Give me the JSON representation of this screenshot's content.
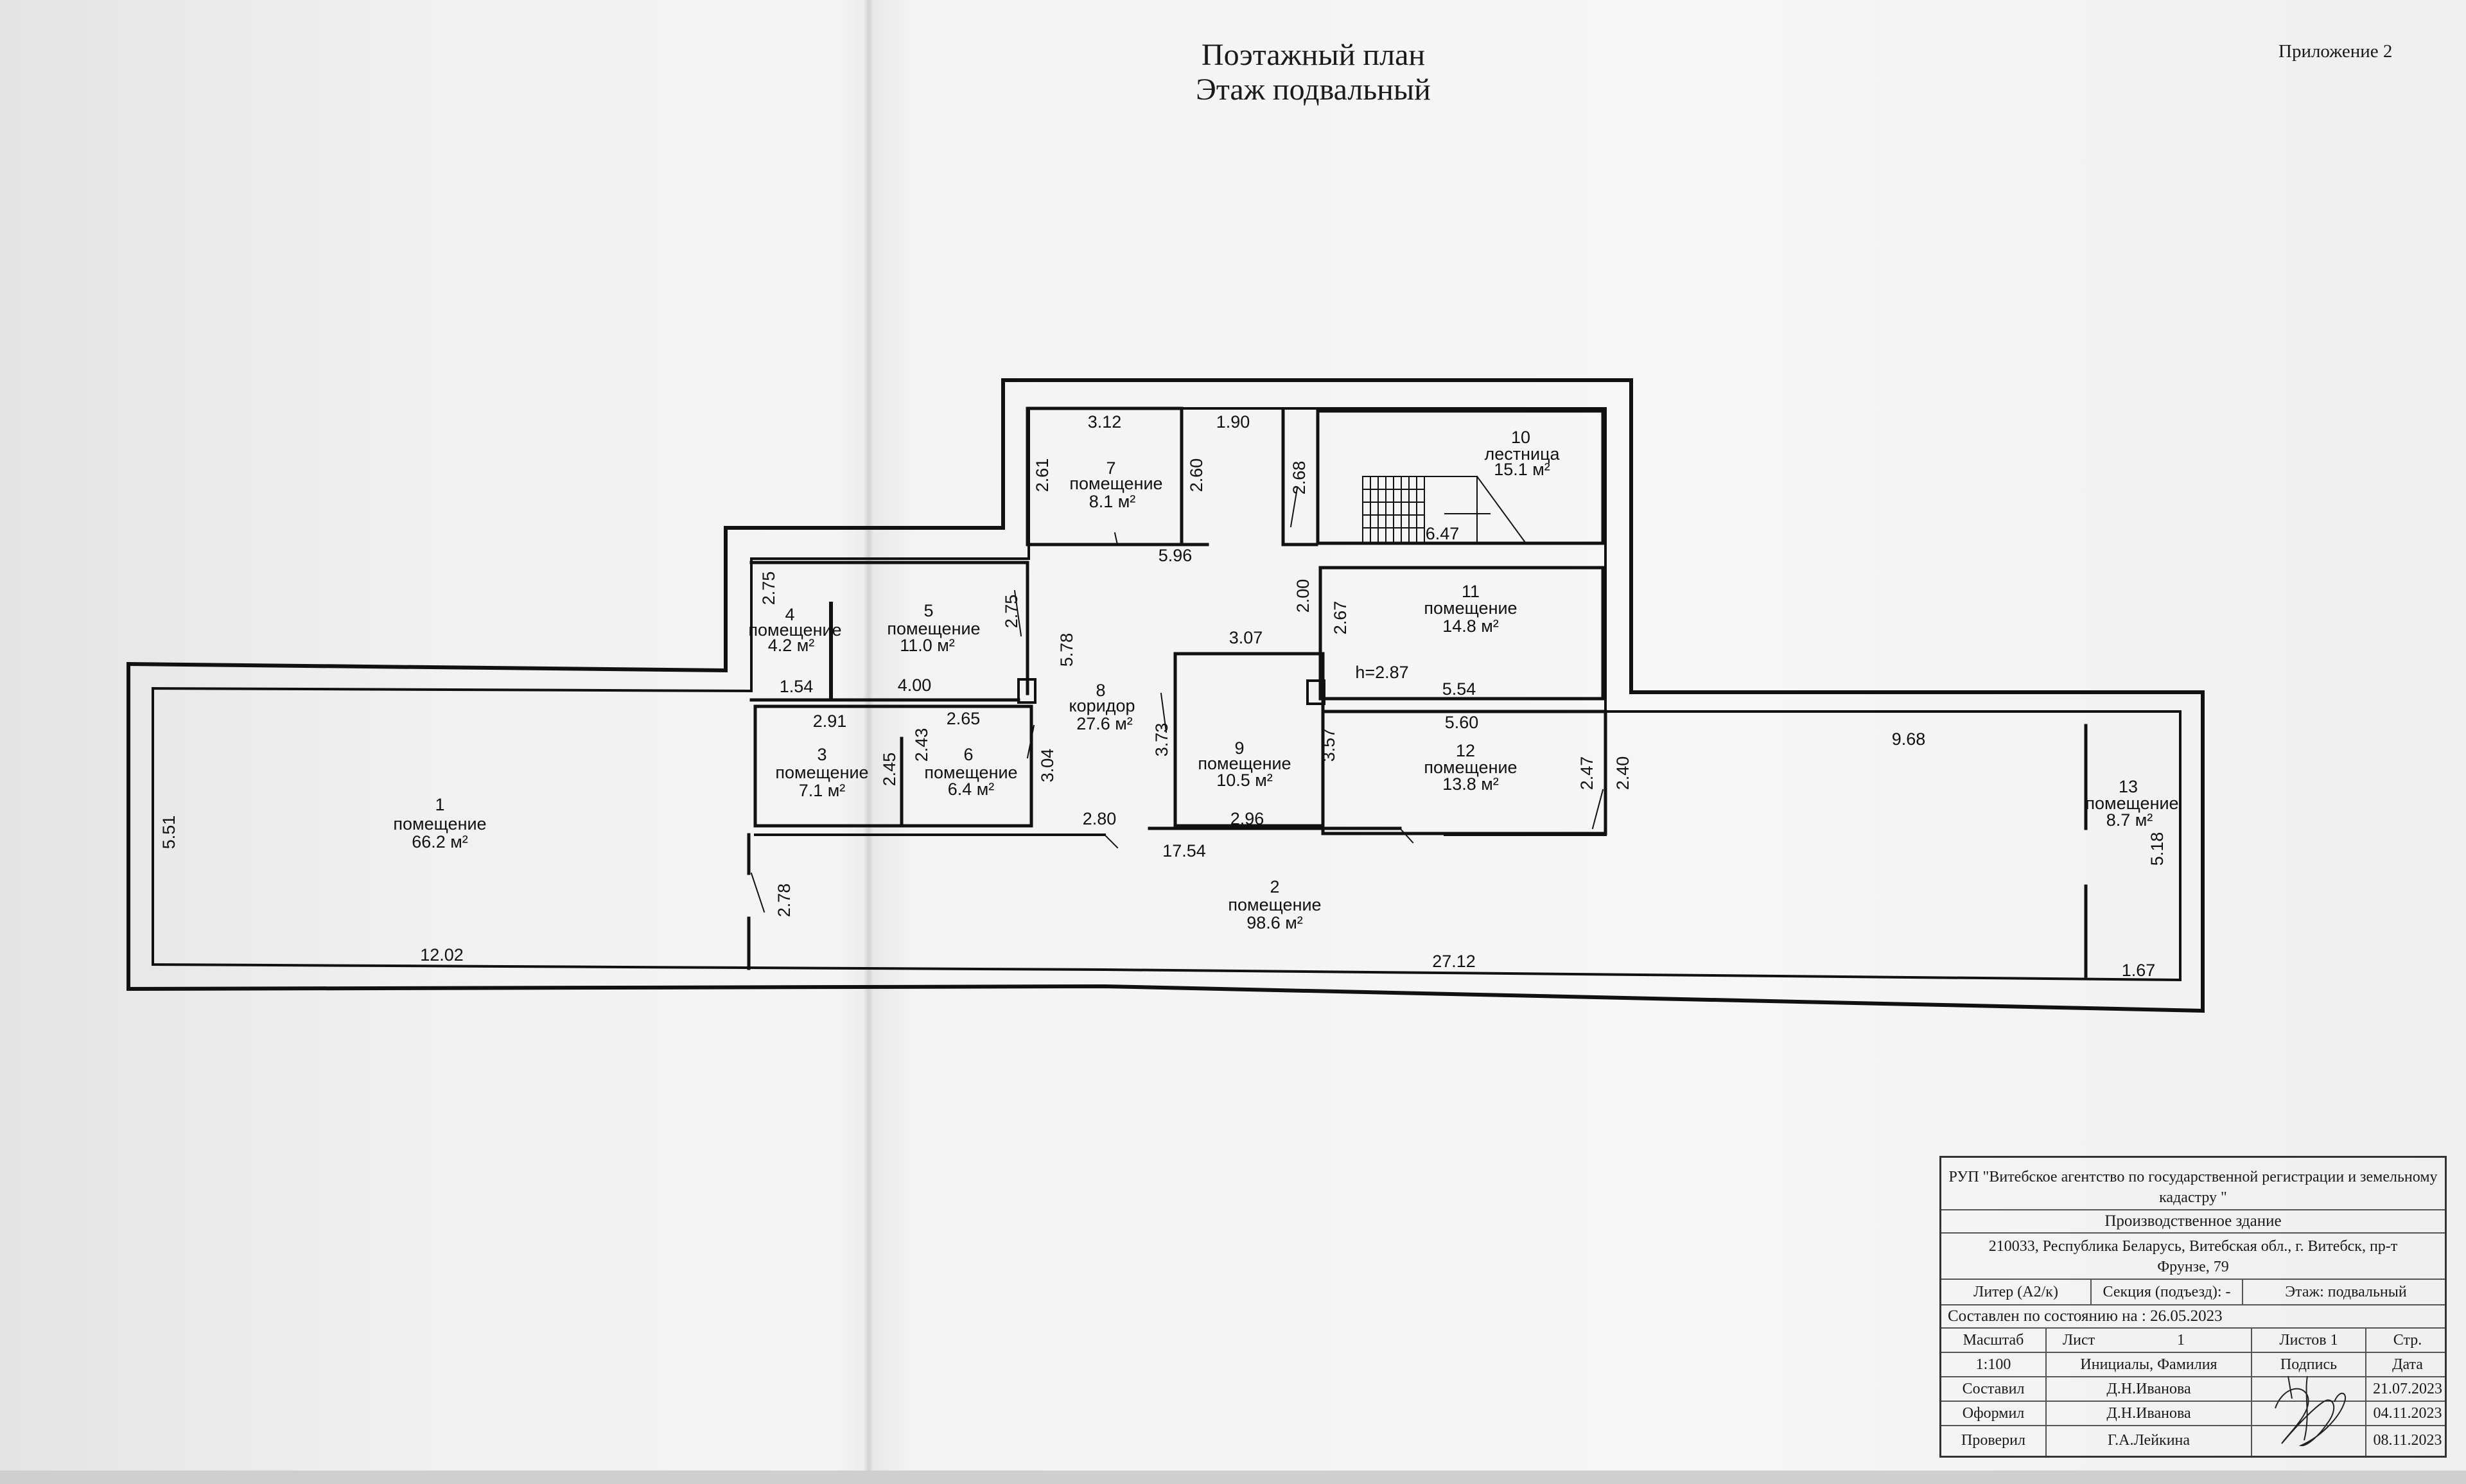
{
  "header": {
    "title": "Поэтажный план",
    "subtitle": "Этаж подвальный",
    "appendix": "Приложение 2"
  },
  "plan": {
    "rooms": [
      {
        "num": "1",
        "label": "помещение",
        "area": "66.2 м²"
      },
      {
        "num": "2",
        "label": "помещение",
        "area": "98.6 м²"
      },
      {
        "num": "3",
        "label": "помещение",
        "area": "7.1 м²"
      },
      {
        "num": "4",
        "label": "помещение",
        "area": "4.2 м²"
      },
      {
        "num": "5",
        "label": "помещение",
        "area": "11.0 м²"
      },
      {
        "num": "6",
        "label": "помещение",
        "area": "6.4 м²"
      },
      {
        "num": "7",
        "label": "помещение",
        "area": "8.1 м²"
      },
      {
        "num": "8",
        "label": "коридор",
        "area": "27.6 м²"
      },
      {
        "num": "9",
        "label": "помещение",
        "area": "10.5 м²"
      },
      {
        "num": "10",
        "label": "лестница",
        "area": "15.1 м²"
      },
      {
        "num": "11",
        "label": "помещение",
        "area": "14.8 м²"
      },
      {
        "num": "12",
        "label": "помещение",
        "area": "13.8 м²"
      },
      {
        "num": "13",
        "label": "помещение",
        "area": "8.7 м²"
      }
    ],
    "dims": [
      "3.12",
      "1.90",
      "2.61",
      "2.60",
      "2.68",
      "6.47",
      "5.96",
      "2.75",
      "2.75",
      "5.78",
      "2.00",
      "2.67",
      "3.07",
      "1.54",
      "4.00",
      "2.91",
      "2.65",
      "2.43",
      "2.45",
      "3.04",
      "3.73",
      "3.57",
      "h=2.87",
      "5.54",
      "5.60",
      "2.47",
      "2.40",
      "9.68",
      "5.51",
      "2.80",
      "2.96",
      "17.54",
      "2.78",
      "12.02",
      "27.12",
      "5.18",
      "1.67"
    ]
  },
  "stamp": {
    "org": "РУП \"Витебское агентство по государственной регистрации и земельному кадастру \"",
    "object": "Производственное здание",
    "address": "210033, Республика Беларусь, Витебская обл., г. Витебск, пр-т Фрунзе, 79",
    "liter": "Литер (А2/к)",
    "section": "Секция (подъезд): -",
    "floor": "Этаж: подвальный",
    "state_date": "Составлен по состоянию на : 26.05.2023",
    "scale_label": "Масштаб",
    "sheet_label": "Лист",
    "sheet_value": "1",
    "sheets_label": "Листов 1",
    "page_label": "Стр.",
    "scale_value": "1:100",
    "initials_label": "Инициалы, Фамилия",
    "signature_label": "Подпись",
    "date_label": "Дата",
    "rows": [
      {
        "role": "Составил",
        "name": "Д.Н.Иванова",
        "date": "21.07.2023"
      },
      {
        "role": "Оформил",
        "name": "Д.Н.Иванова",
        "date": "04.11.2023"
      },
      {
        "role": "Проверил",
        "name": "Г.А.Лейкина",
        "date": "08.11.2023"
      }
    ]
  }
}
